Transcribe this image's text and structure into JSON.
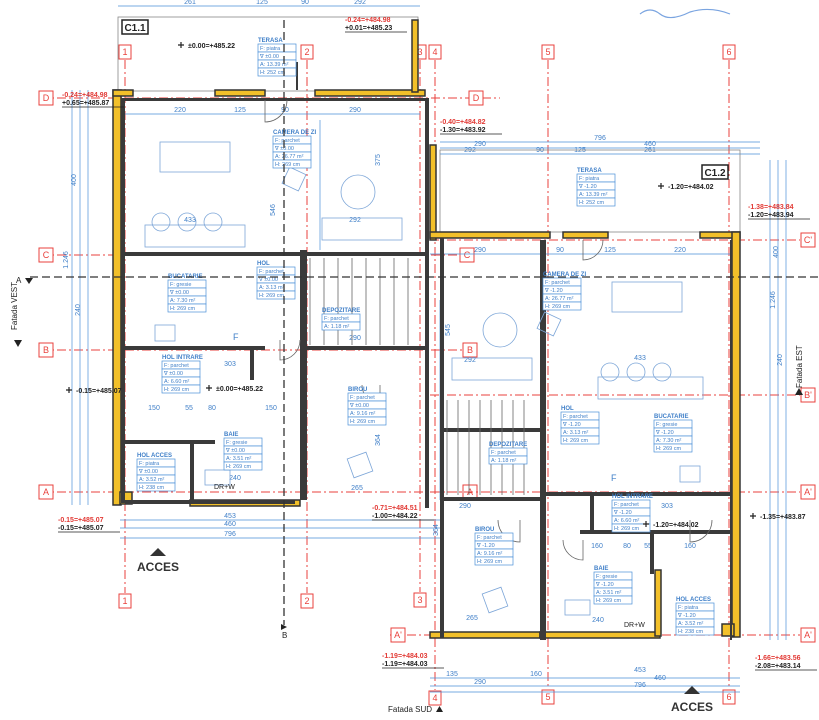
{
  "units": {
    "left": "C1.1",
    "right": "C1.2"
  },
  "facades": {
    "west": "Fatada VEST",
    "east": "Fatada EST",
    "south": "Fatada SUD"
  },
  "access_labels": [
    "ACCES",
    "ACCES"
  ],
  "section_marks": {
    "a_left": "A",
    "a_right": "A",
    "b_bottom": "B"
  },
  "grid_axes": {
    "columns": [
      "1",
      "2",
      "3",
      "4",
      "5",
      "6"
    ],
    "rows": [
      "D",
      "C",
      "B",
      "A",
      "C'",
      "B'",
      "A'"
    ]
  },
  "misc_labels": {
    "dr_w": "DR+W",
    "kitchen_f": "F"
  },
  "rooms": [
    {
      "name": "TERASA",
      "floor": "F:  piatra",
      "level": "∇ ±0.00",
      "area": "A: 13.39 m²",
      "height": "H:  252 cm"
    },
    {
      "name": "CAMERA DE ZI",
      "floor": "F:  parchet",
      "level": "∇ ±0.00",
      "area": "A: 26.77 m²",
      "height": "H:  269 cm"
    },
    {
      "name": "BUCATARIE",
      "floor": "F:  gresie",
      "level": "∇ ±0.00",
      "area": "A: 7.30 m²",
      "height": "H:  269 cm"
    },
    {
      "name": "HOL",
      "floor": "F:  parchet",
      "level": "∇ ±0.00",
      "area": "A: 3.13 m²",
      "height": "H:  269 cm"
    },
    {
      "name": "DEPOZITARE",
      "floor": "F:  parchet",
      "area": "A: 1.18 m²"
    },
    {
      "name": "HOL INTRARE",
      "floor": "F:  parchet",
      "level": "∇ ±0.00",
      "area": "A: 6.60 m²",
      "height": "H:  269 cm"
    },
    {
      "name": "BIROU",
      "floor": "F:  parchet",
      "level": "∇ ±0.00",
      "area": "A: 9.16 m²",
      "height": "H:  269 cm"
    },
    {
      "name": "BAIE",
      "floor": "F:  gresie",
      "level": "∇ ±0.00",
      "area": "A: 3.51 m²",
      "height": "H:  269 cm"
    },
    {
      "name": "HOL ACCES",
      "floor": "F:  piatra",
      "level": "∇ ±0.00",
      "area": "A: 3.52 m²",
      "height": "H:  238 cm"
    },
    {
      "name": "TERASA",
      "floor": "F:  piatra",
      "level": "∇ -1.20",
      "area": "A: 13.39 m²",
      "height": "H:  252 cm"
    },
    {
      "name": "CAMERA DE ZI",
      "floor": "F:  parchet",
      "level": "∇ -1.20",
      "area": "A: 26.77 m²",
      "height": "H:  269 cm"
    },
    {
      "name": "HOL",
      "floor": "F:  parchet",
      "level": "∇ -1.20",
      "area": "A: 3.13 m²",
      "height": "H:  269 cm"
    },
    {
      "name": "DEPOZITARE",
      "floor": "F:  parchet",
      "area": "A: 1.18 m²"
    },
    {
      "name": "BUCATARIE",
      "floor": "F:  gresie",
      "level": "∇ -1.20",
      "area": "A: 7.30 m²",
      "height": "H:  269 cm"
    },
    {
      "name": "BIROU",
      "floor": "F:  parchet",
      "level": "∇ -1.20",
      "area": "A: 9.16 m²",
      "height": "H:  269 cm"
    },
    {
      "name": "HOL INTRARE",
      "floor": "F:  parchet",
      "level": "∇ -1.20",
      "area": "A: 6.60 m²",
      "height": "H:  269 cm"
    },
    {
      "name": "BAIE",
      "floor": "F:  gresie",
      "level": "∇ -1.20",
      "area": "A: 3.51 m²",
      "height": "H:  269 cm"
    },
    {
      "name": "HOL ACCES",
      "floor": "F:  piatra",
      "level": "∇ -1.20",
      "area": "A: 3.52 m²",
      "height": "H:  238 cm"
    }
  ],
  "elevations": [
    {
      "red": "",
      "black": "±0.00=+485.22"
    },
    {
      "red": "",
      "black": "±0.00=+485.22"
    },
    {
      "red": "-0.24=+484.98",
      "black": "+0.01=+485.23"
    },
    {
      "red": "-0.24=+484.98",
      "black": "+0.65=+485.87"
    },
    {
      "red": "-0.40=+484.82",
      "black": "-1.30=+483.92"
    },
    {
      "red": "",
      "black": "-1.20=+484.02"
    },
    {
      "red": "-1.38=+483.84",
      "black": "-1.20=+483.94"
    },
    {
      "red": "",
      "black": "-0.15=+485.07"
    },
    {
      "red": "-0.15=+485.07",
      "black": "-0.15=+485.07"
    },
    {
      "red": "-0.71=+484.51",
      "black": "-1.00=+484.22"
    },
    {
      "red": "",
      "black": "-1.20=+484.02"
    },
    {
      "red": "",
      "black": "-1.35=+483.87"
    },
    {
      "red": "-1.19=+484.03",
      "black": "-1.19=+484.03"
    },
    {
      "red": "-1.66=+483.56",
      "black": "-2.08=+483.14"
    }
  ],
  "dimensions": [
    "261",
    "125",
    "90",
    "292",
    "220",
    "125",
    "90",
    "290",
    "796",
    "290",
    "460",
    "292",
    "90",
    "125",
    "261",
    "290",
    "90",
    "125",
    "220",
    "453",
    "460",
    "796",
    "135",
    "290",
    "160",
    "453",
    "460",
    "796",
    "303",
    "150",
    "55",
    "80",
    "150",
    "240",
    "265",
    "290",
    "303",
    "160",
    "80",
    "55",
    "160",
    "240",
    "265",
    "290",
    "433",
    "433",
    "292",
    "292",
    "400",
    "1.246",
    "240",
    "400",
    "1.246",
    "240",
    "546",
    "545",
    "375",
    "364",
    "364"
  ]
}
